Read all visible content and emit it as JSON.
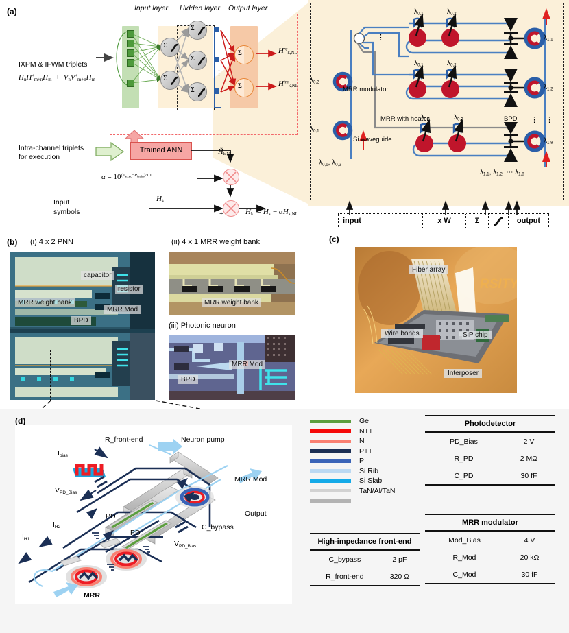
{
  "panels": {
    "a": {
      "tag": "(a)"
    },
    "b": {
      "tag": "(b)"
    },
    "c": {
      "tag": "(c)"
    },
    "d": {
      "tag": "(d)"
    }
  },
  "panel_a": {
    "layer_titles": [
      "Input layer",
      "Hidden layer",
      "Output layer"
    ],
    "input_label": "IXPM & IFWM triplets",
    "input_formula_parts": {
      "h1": "H",
      "sub_n": "n",
      "h2": "H",
      "sub_mn": "m+n",
      "star": "*",
      "h3": "H",
      "sub_m": "m",
      "plus": "+",
      "v1": "V",
      "v2": "V",
      "h4": "H"
    },
    "input_formula": "HnH*m+nHm + VnV*m+nHm",
    "outputs": [
      {
        "base": "H",
        "sup": "re",
        "sub": "k,NL"
      },
      {
        "base": "H",
        "sup": "im",
        "sub": "k,NL"
      }
    ],
    "exec_label_line1": "Intra-channel triplets",
    "exec_label_line2": "for execution",
    "ann_box": "Trained ANN",
    "ann_output": "H̃k,NL",
    "alpha_formula": "α = 10(Pexec−Ptrain)/10",
    "alpha_parts": {
      "alpha": "α",
      "eq": "=",
      "ten": "10",
      "expnum": "P",
      "expsub1": "exec",
      "minus": "−",
      "expnum2": "P",
      "expsub2": "train",
      "div": "/10"
    },
    "input_symbols_line1": "Input",
    "input_symbols_line2": "symbols",
    "hk_label": "Hk",
    "plus_sign": "+",
    "minus_sign": "−",
    "final_formula": "Ĥk  = Hk − αH̃k,NL",
    "sigma": "Σ",
    "ellipsis": "⋮"
  },
  "panel_a_right": {
    "labels": {
      "mrr_modulator": "MRR modulator",
      "mrr_heater": "MRR with heater",
      "bpd": "BPD",
      "si_waveguide": "Si waveguide"
    },
    "input_wavelengths": [
      "λ0,2",
      "λ0,1"
    ],
    "input_caption": "λ0,1, λ0,2",
    "weight_wavelengths": [
      "λ0,1",
      "λ0,2"
    ],
    "output_wavelengths": [
      "λ1,1",
      "λ1,2",
      "λ1,8"
    ],
    "output_caption_parts": [
      "λ1,1,",
      "λ1,2",
      "⋯ λ1,8"
    ],
    "vdots": "⋮",
    "stage_bar": [
      "input",
      "x W",
      "Σ",
      "⬌",
      "output"
    ],
    "stage_bar_items": [
      {
        "label": "input"
      },
      {
        "label": "x W"
      },
      {
        "label": "Σ"
      },
      {
        "label": "nonlin"
      },
      {
        "label": "output"
      }
    ]
  },
  "panel_b": {
    "sub_titles": {
      "i": "(i) 4 x 2 PNN",
      "ii": "(ii) 4 x 1 MRR weight bank",
      "iii": "(iii) Photonic neuron"
    },
    "overlays_i": [
      "capacitor",
      "resistor",
      "MRR weight bank",
      "BPD",
      "MRR Mod"
    ],
    "overlays_ii": [
      "MRR weight bank"
    ],
    "overlays_iii": [
      "MRR Mod",
      "BPD"
    ]
  },
  "panel_c": {
    "overlays": [
      "Fiber array",
      "Wire bonds",
      "SiP chip",
      "Interposer"
    ]
  },
  "panel_d": {
    "labels": {
      "r_front_end": "R_front-end",
      "neuron_pump": "Neuron pump",
      "i_bias": "Ibias",
      "mrr_mod": "MRR Mod",
      "v_pd_bias": "VPD_Bias",
      "pd": "PD",
      "output": "Output",
      "c_bypass": "C_bypass",
      "i_h2": "IH2",
      "i_h1": "IH1",
      "mrr": "MRR"
    },
    "label_subs": {
      "i_bias_base": "I",
      "i_bias_sub": "bias",
      "v_pd_base": "V",
      "v_pd_sub": "PD_Bias",
      "ih2_base": "I",
      "ih2_sub": "H2",
      "ih1_base": "I",
      "ih1_sub": "H1"
    },
    "legend": [
      {
        "label": "Ge",
        "color": "#5c9e3f"
      },
      {
        "label": "N++",
        "color": "#f50a0a"
      },
      {
        "label": "N",
        "color": "#f98072"
      },
      {
        "label": "P++",
        "color": "#1b2f55"
      },
      {
        "label": "P",
        "color": "#3a64b8"
      },
      {
        "label": "Si Rib",
        "color": "#bcd9f2"
      },
      {
        "label": "Si Slab",
        "color": "#14aae8"
      },
      {
        "label": "TaN/Al/TaN",
        "color": "#d2d2d2"
      },
      {
        "label": "",
        "color": "#b3b3b3"
      }
    ],
    "tables": [
      {
        "title": "Photodetector",
        "rows": [
          {
            "param": "PD_Bias",
            "value": "2 V"
          },
          {
            "param": "R_PD",
            "value": "2 MΩ"
          },
          {
            "param": "C_PD",
            "value": "30 fF"
          }
        ]
      },
      {
        "title": "MRR modulator",
        "rows": [
          {
            "param": "Mod_Bias",
            "value": "4 V"
          },
          {
            "param": "R_Mod",
            "value": "20 kΩ"
          },
          {
            "param": "C_Mod",
            "value": "30 fF"
          }
        ]
      },
      {
        "title": "High-impedance front-end",
        "rows": [
          {
            "param": "C_bypass",
            "value": "2 pF"
          },
          {
            "param": "R_front-end",
            "value": "320 Ω"
          }
        ]
      }
    ]
  },
  "colors": {
    "beige": "#fbf0d9",
    "red_dash": "#f2696b",
    "green_layer": "#c3dfb4",
    "orange_layer": "#f6c9a7",
    "blue_wave": "#2b5fa8",
    "mrr_red": "#c0152b",
    "ann_pink": "#f6a6a4"
  }
}
